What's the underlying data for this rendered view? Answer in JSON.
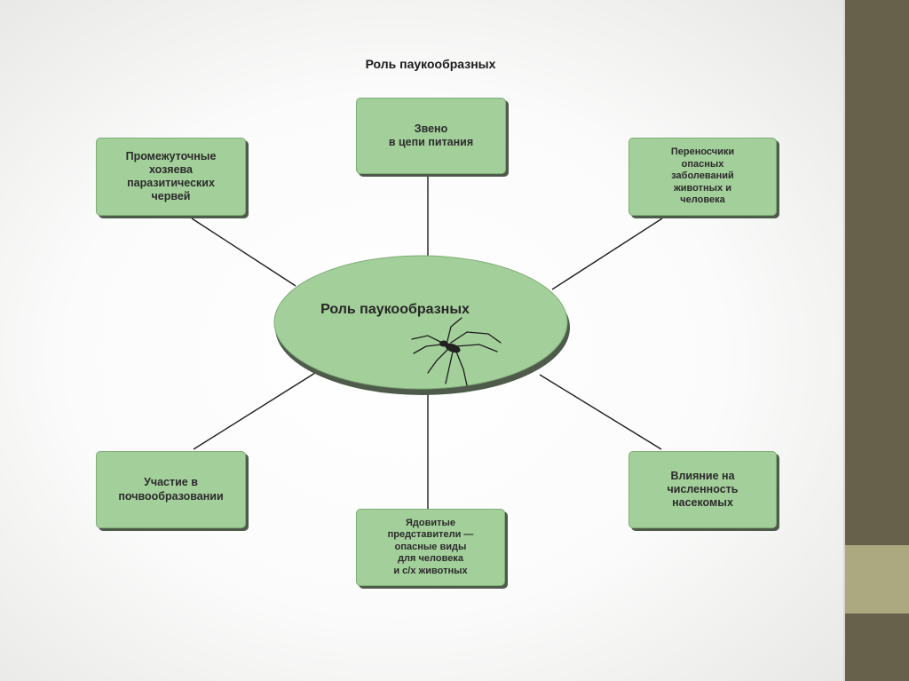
{
  "title": "Роль паукообразных",
  "center": {
    "label": "Роль паукообразных"
  },
  "nodes": {
    "top": "Звено\nв цепи питания",
    "top_left": "Промежуточные\nхозяева\nпаразитических\nчервей",
    "top_right": "Переносчики\nопасных\nзаболеваний\nживотных и\nчеловека",
    "bottom_left": "Участие в\nпочвообразовании",
    "bottom": "Ядовитые\nпредставители —\nопасные виды\nдля человека\nи с/х животных",
    "bottom_right": "Влияние на\nчисленность\nнасекомых"
  },
  "colors": {
    "box_fill": "#a3cf9a",
    "box_shadow": "#4e5a4a",
    "ellipse_fill": "#a3cf9a",
    "side_bar": "#67604a",
    "side_block": "#aca980"
  },
  "icons": {
    "center": "spider-icon"
  }
}
